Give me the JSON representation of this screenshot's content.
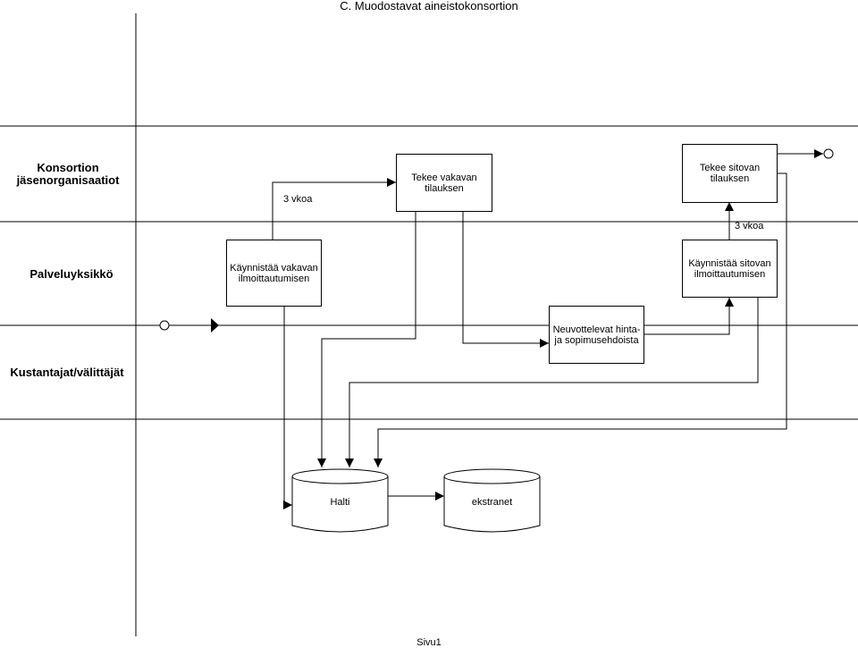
{
  "page": {
    "title": "C. Muodostavat aineistokonsortion",
    "footer": "Sivu1"
  },
  "lanes": {
    "konsortio_line1": "Konsortion",
    "konsortio_line2": "jäsenorganisaatiot",
    "palveluyksikko": "Palveluyksikkö",
    "kustantajat": "Kustantajat/välittäjät"
  },
  "boxes": {
    "vakava_tilaus": "Tekee vakavan tilauksen",
    "sitova_tilaus": "Tekee sitovan tilauksen",
    "vakava_ilmo": "Käynnistää vakavan ilmoittautumisen",
    "sitova_ilmo": "Käynnistää sitovan ilmoittautumisen",
    "neuvottelu": "Neuvottelevat hinta- ja sopimusehdoista"
  },
  "labels": {
    "vkoa_1": "3 vkoa",
    "vkoa_2": "3 vkoa"
  },
  "databases": {
    "halti": "Halti",
    "ekstranet": "ekstranet"
  }
}
